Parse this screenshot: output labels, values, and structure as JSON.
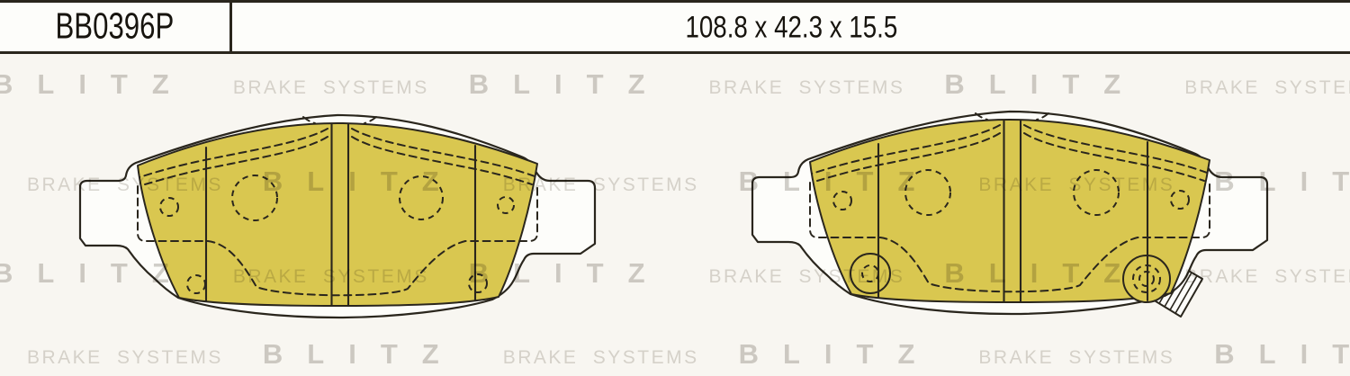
{
  "header": {
    "part_number": "BB0396P",
    "dimensions": "108.8 x 42.3 x 15.5"
  },
  "watermark": {
    "brand": "BLITZ",
    "tagline": "BRAKE SYSTEMS"
  },
  "colors": {
    "background": "#f8f6f1",
    "panel": "#fdfdfa",
    "line": "#2a261d",
    "pad_yellow": "#d9c750",
    "watermark_gray": "#d2d0cc"
  }
}
